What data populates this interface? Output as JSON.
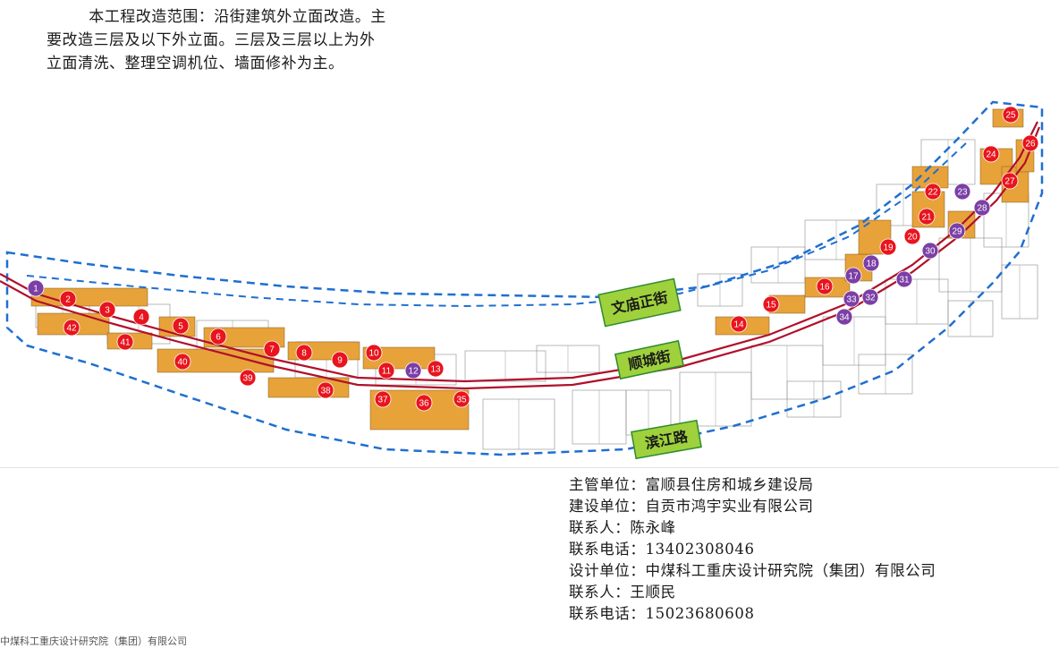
{
  "description": {
    "lines": [
      "        本工程改造范围：沿街建筑外立面改造。主",
      "要改造三层及以下外立面。三层及三层以上为外",
      "立面清洗、整理空调机位、墙面修补为主。"
    ]
  },
  "map": {
    "roads": [
      {
        "id": "wenmiao",
        "label": "文庙正街"
      },
      {
        "id": "shuncheng",
        "label": "顺城街"
      },
      {
        "id": "binjiang",
        "label": "滨江路"
      }
    ],
    "markers": [
      {
        "label": "1",
        "type": "purple"
      },
      {
        "label": "2",
        "type": "red"
      },
      {
        "label": "3",
        "type": "red"
      },
      {
        "label": "4",
        "type": "red"
      },
      {
        "label": "5",
        "type": "red"
      },
      {
        "label": "6",
        "type": "red"
      },
      {
        "label": "7",
        "type": "red"
      },
      {
        "label": "8",
        "type": "red"
      },
      {
        "label": "9",
        "type": "red"
      },
      {
        "label": "10",
        "type": "red"
      },
      {
        "label": "11",
        "type": "red"
      },
      {
        "label": "12",
        "type": "purple"
      },
      {
        "label": "13",
        "type": "red"
      },
      {
        "label": "14",
        "type": "red"
      },
      {
        "label": "15",
        "type": "red"
      },
      {
        "label": "16",
        "type": "red"
      },
      {
        "label": "17",
        "type": "purple"
      },
      {
        "label": "18",
        "type": "purple"
      },
      {
        "label": "19",
        "type": "red"
      },
      {
        "label": "20",
        "type": "red"
      },
      {
        "label": "21",
        "type": "red"
      },
      {
        "label": "22",
        "type": "red"
      },
      {
        "label": "23",
        "type": "purple"
      },
      {
        "label": "24",
        "type": "red"
      },
      {
        "label": "25",
        "type": "red"
      },
      {
        "label": "26",
        "type": "red"
      },
      {
        "label": "27",
        "type": "red"
      },
      {
        "label": "28",
        "type": "purple"
      },
      {
        "label": "29",
        "type": "purple"
      },
      {
        "label": "30",
        "type": "purple"
      },
      {
        "label": "31",
        "type": "purple"
      },
      {
        "label": "32",
        "type": "purple"
      },
      {
        "label": "33",
        "type": "purple"
      },
      {
        "label": "34",
        "type": "purple"
      },
      {
        "label": "35",
        "type": "red"
      },
      {
        "label": "36",
        "type": "red"
      },
      {
        "label": "37",
        "type": "red"
      },
      {
        "label": "38",
        "type": "red"
      },
      {
        "label": "39",
        "type": "red"
      },
      {
        "label": "40",
        "type": "red"
      },
      {
        "label": "41",
        "type": "red"
      },
      {
        "label": "42",
        "type": "red"
      }
    ],
    "colors": {
      "building_highlight": "#e8a23a",
      "marker_red": "#e8141e",
      "marker_purple": "#7b3fa6",
      "route": "#b0102a",
      "boundary": "#1f6fd0",
      "road_label_bg": "#9ed13c",
      "road_label_border": "#2e8b2e"
    }
  },
  "info": {
    "lines": [
      "主管单位：富顺县住房和城乡建设局",
      "建设单位：自贡市鸿宇实业有限公司",
      "联系人：陈永峰",
      "联系电话：13402308046",
      "设计单位：中煤科工重庆设计研究院（集团）有限公司",
      "联系人：王顺民",
      "联系电话：15023680608"
    ]
  },
  "footer": {
    "text": "中煤科工重庆设计研究院（集团）有限公司"
  }
}
